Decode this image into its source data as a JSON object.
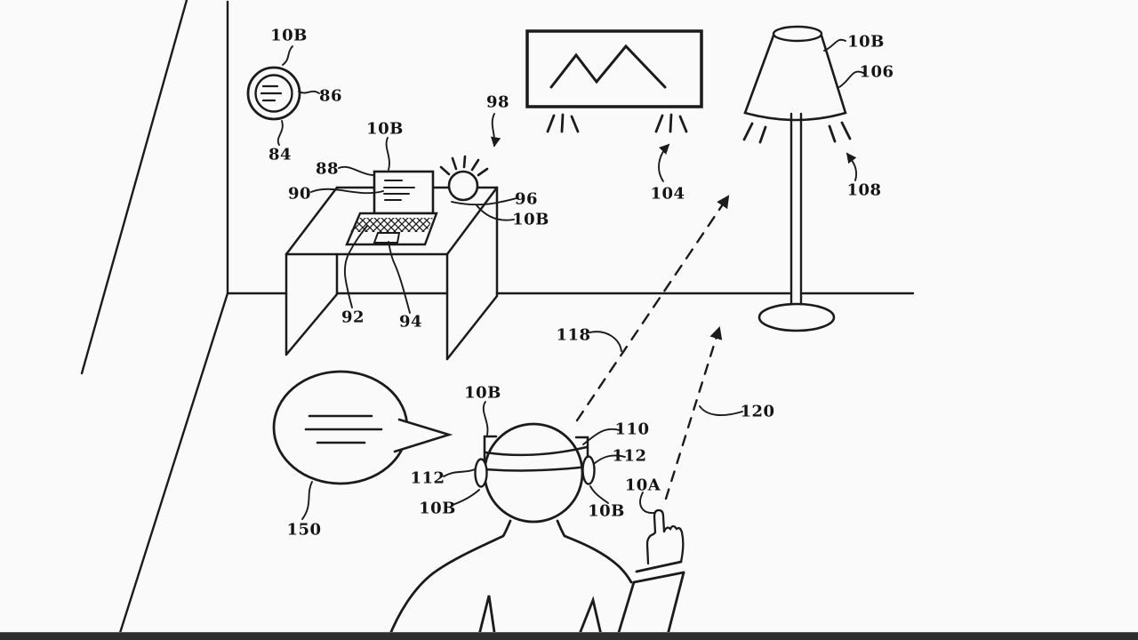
{
  "figure": {
    "caption": "Patent-style line drawing: room scene with a wall clock display, laptop on a desk, spherical speaker, wall-mounted display showing mountains, floor lamp, speech bubble, and a user wearing a head-mounted display pointing toward the lamp; dashed arrows indicate gaze/gesture directions.",
    "line_color": "#1b1b1b",
    "background_color": "#fafafa",
    "bottom_bar_color": "#2e2e2e"
  },
  "labels": [
    {
      "text": "10B",
      "target": "clock"
    },
    {
      "text": "86",
      "target": "clock-content"
    },
    {
      "text": "84",
      "target": "clock-device"
    },
    {
      "text": "88",
      "target": "laptop"
    },
    {
      "text": "90",
      "target": "laptop-screen-content"
    },
    {
      "text": "10B",
      "target": "laptop-device"
    },
    {
      "text": "92",
      "target": "laptop-keyboard"
    },
    {
      "text": "94",
      "target": "laptop-trackpad"
    },
    {
      "text": "98",
      "target": "speaker-output"
    },
    {
      "text": "96",
      "target": "speaker"
    },
    {
      "text": "10B",
      "target": "speaker-device"
    },
    {
      "text": "104",
      "target": "wall-display-output"
    },
    {
      "text": "10B",
      "target": "lamp-device"
    },
    {
      "text": "106",
      "target": "lamp"
    },
    {
      "text": "108",
      "target": "lamp-output"
    },
    {
      "text": "118",
      "target": "dashed-arrow-gaze"
    },
    {
      "text": "120",
      "target": "dashed-arrow-gesture"
    },
    {
      "text": "150",
      "target": "speech-bubble"
    },
    {
      "text": "10B",
      "target": "hmd-device"
    },
    {
      "text": "110",
      "target": "hmd"
    },
    {
      "text": "112",
      "target": "hmd-earpiece-right"
    },
    {
      "text": "112",
      "target": "hmd-earpiece-left"
    },
    {
      "text": "10B",
      "target": "earpiece-left-device"
    },
    {
      "text": "10B",
      "target": "earpiece-right-device"
    },
    {
      "text": "10A",
      "target": "user-hand"
    }
  ]
}
